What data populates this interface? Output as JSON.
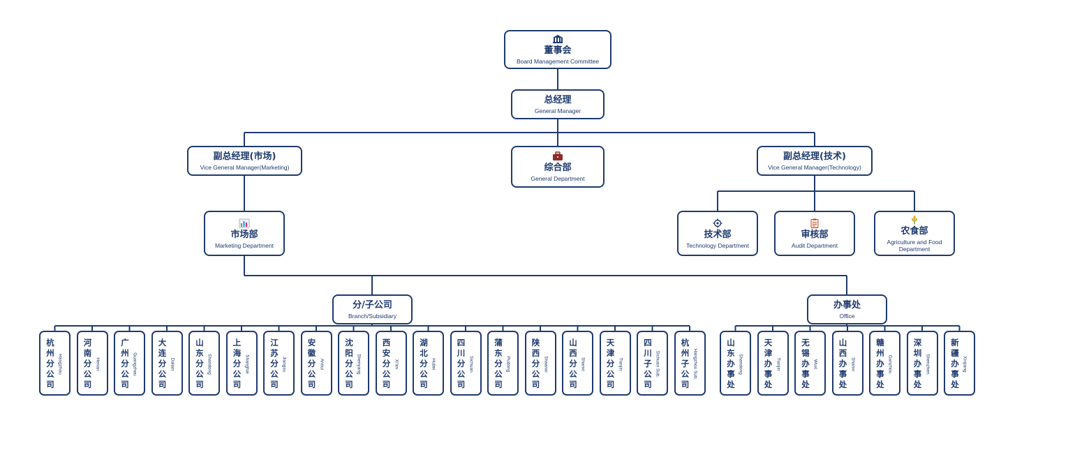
{
  "board": {
    "zh": "董事会",
    "en": "Board Management Committee",
    "icon": "parliament-icon"
  },
  "gm": {
    "zh": "总经理",
    "en": "General Manager"
  },
  "vgm_marketing": {
    "zh": "副总经理(市场)",
    "en": "Vice General Manager(Marketing)"
  },
  "general_dept": {
    "zh": "综合部",
    "en": "General Department",
    "icon": "briefcase-icon"
  },
  "vgm_tech": {
    "zh": "副总经理(技术)",
    "en": "Vice General Manager(Technology)"
  },
  "marketing_dept": {
    "zh": "市场部",
    "en": "Marketing Department",
    "icon": "bar-chart-icon"
  },
  "tech_dept": {
    "zh": "技术部",
    "en": "Technology Department",
    "icon": "gear-icon"
  },
  "audit_dept": {
    "zh": "审核部",
    "en": "Audit Department",
    "icon": "clipboard-icon"
  },
  "agri_dept": {
    "zh": "农食部",
    "en": "Agriculture and Food Department",
    "icon": "wheat-icon"
  },
  "branch": {
    "zh": "分/子公司",
    "en": "Branch/Subsidiary"
  },
  "office": {
    "zh": "办事处",
    "en": "Office"
  },
  "branches": [
    {
      "zh": "杭州分公司",
      "en": "Hangzhou"
    },
    {
      "zh": "河南分公司",
      "en": "Henan"
    },
    {
      "zh": "广州分公司",
      "en": "Guangzhou"
    },
    {
      "zh": "大连分公司",
      "en": "Dalian"
    },
    {
      "zh": "山东分公司",
      "en": "Shandong"
    },
    {
      "zh": "上海分公司",
      "en": "Shanghai"
    },
    {
      "zh": "江苏分公司",
      "en": "Jiangsu"
    },
    {
      "zh": "安徽分公司",
      "en": "Anhui"
    },
    {
      "zh": "沈阳分公司",
      "en": "Shenyang"
    },
    {
      "zh": "西安分公司",
      "en": "Xi'an"
    },
    {
      "zh": "湖北分公司",
      "en": "Hubei"
    },
    {
      "zh": "四川分公司",
      "en": "Sichuan"
    },
    {
      "zh": "蒲东分公司",
      "en": "Pudong"
    },
    {
      "zh": "陕西分公司",
      "en": "Shaanxi"
    },
    {
      "zh": "山西分公司",
      "en": "Shanxi"
    },
    {
      "zh": "天津分公司",
      "en": "Tianjin"
    },
    {
      "zh": "四川子公司",
      "en": "Sichuan Sub."
    },
    {
      "zh": "杭州子公司",
      "en": "Hangzhou Sub."
    }
  ],
  "offices": [
    {
      "zh": "山东办事处",
      "en": "Shandong"
    },
    {
      "zh": "天津办事处",
      "en": "Tianjin"
    },
    {
      "zh": "无锡办事处",
      "en": "Wuxi"
    },
    {
      "zh": "山西办事处",
      "en": "Shanxi"
    },
    {
      "zh": "赣州办事处",
      "en": "Ganzhou"
    },
    {
      "zh": "深圳办事处",
      "en": "Shenzhen"
    },
    {
      "zh": "新疆办事处",
      "en": "Xinjiang"
    }
  ],
  "colors": {
    "line": "#1f3a6e",
    "node_border": "#1f3a6e",
    "text": "#1f3a6e",
    "background": "#ffffff"
  }
}
